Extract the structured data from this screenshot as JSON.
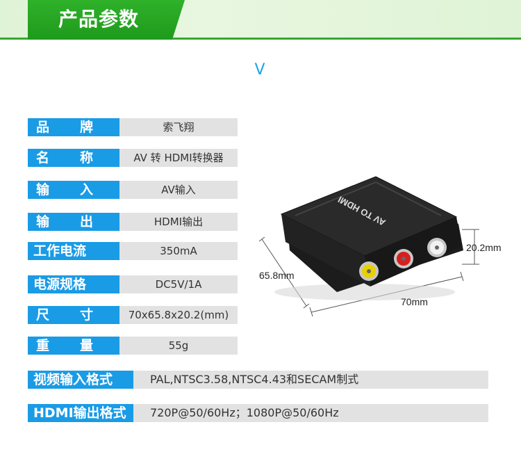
{
  "header": {
    "title": "产品参数",
    "chevron": "V"
  },
  "specs": [
    {
      "label": [
        "品",
        "牌"
      ],
      "value": "索飞翔"
    },
    {
      "label": [
        "名",
        "称"
      ],
      "value": "AV 转 HDMI转换器"
    },
    {
      "label": [
        "输",
        "入"
      ],
      "value": "AV输入"
    },
    {
      "label": [
        "输",
        "出"
      ],
      "value": "HDMI输出"
    },
    {
      "label": [
        "工作电流"
      ],
      "value": "350mA"
    },
    {
      "label": [
        "电源规格"
      ],
      "value": "DC5V/1A"
    },
    {
      "label": [
        "尺",
        "寸"
      ],
      "value": "70x65.8x20.2(mm)"
    },
    {
      "label": [
        "重",
        "量"
      ],
      "value": "55g"
    }
  ],
  "wide_specs": [
    {
      "label": "视频输入格式",
      "value": "PAL,NTSC3.58,NTSC4.43和SECAM制式"
    },
    {
      "label": "HDMI输出格式",
      "value": "720P@50/60Hz；1080P@50/60Hz"
    }
  ],
  "product": {
    "device_label": "AV TO HDMI",
    "dimensions": {
      "width": "70mm",
      "depth": "65.8mm",
      "height": "20.2mm"
    },
    "connector_colors": [
      "#e8d000",
      "#d81e1e",
      "#f2f2f2"
    ],
    "body_color": "#1c1c1c"
  },
  "colors": {
    "accent_green": "#2fb12a",
    "label_blue": "#1a9be6",
    "value_gray": "#e2e2e2"
  }
}
